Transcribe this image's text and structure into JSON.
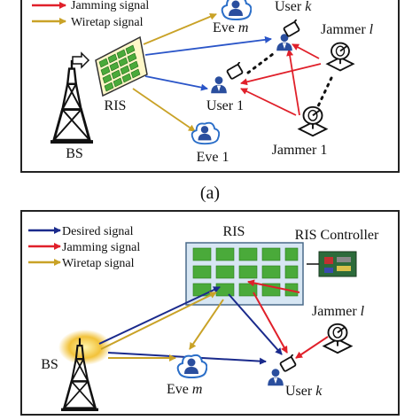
{
  "panel_a": {
    "legend": [
      {
        "text": "Jamming signal",
        "color": "#e0202a"
      },
      {
        "text": "Wiretap signal",
        "color": "#c9a227"
      }
    ],
    "labels": {
      "eve_m_name": "Eve ",
      "eve_m_idx": "m",
      "user_k_name": "User ",
      "user_k_idx": "k",
      "jammer_l_name": "Jammer ",
      "jammer_l_idx": "l",
      "ris": "RIS",
      "user_1": "User 1",
      "jammer_1": "Jammer 1",
      "eve_1": "Eve 1",
      "bs": "BS"
    },
    "caption": "(a)"
  },
  "panel_b": {
    "legend": [
      {
        "text": "Desired signal",
        "color": "#1a2a8c"
      },
      {
        "text": "Jamming signal",
        "color": "#e0202a"
      },
      {
        "text": "Wiretap  signal",
        "color": "#c9a227"
      }
    ],
    "labels": {
      "ris": "RIS",
      "ris_controller": "RIS Controller",
      "jammer_l_name": "Jammer ",
      "jammer_l_idx": "l",
      "bs": "BS",
      "eve_m_name": "Eve ",
      "eve_m_idx": "m",
      "user_k_name": "User ",
      "user_k_idx": "k"
    }
  },
  "colors": {
    "desired": "#1a2a8c",
    "jamming": "#e0202a",
    "wiretap": "#c9a227",
    "desired_a": "#2a55c8",
    "ris_cell": "#4aaa3a",
    "ris_bg": "#d7e6f3"
  }
}
